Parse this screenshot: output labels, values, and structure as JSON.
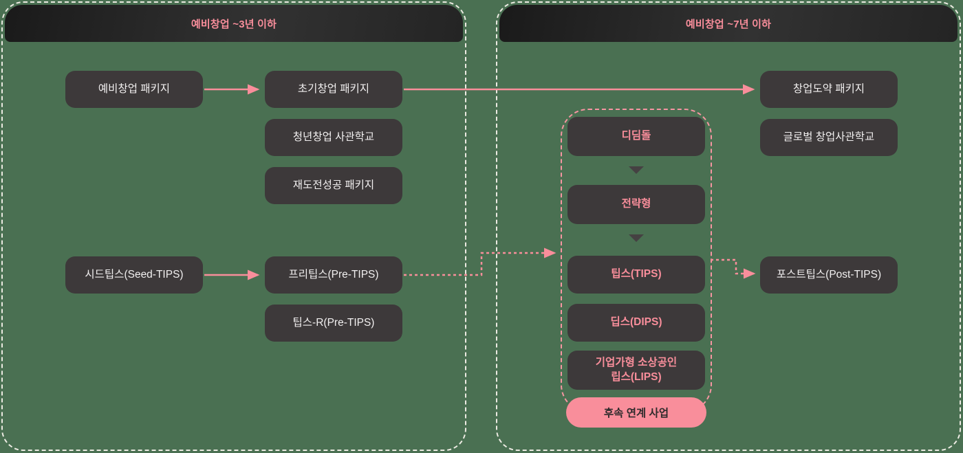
{
  "colors": {
    "background_green": "#4a7052",
    "panel_border_white": "#edebe3",
    "header_bg_dark": "#232323",
    "node_bg_dark": "#3d393a",
    "node_text_white": "#f2f0f0",
    "accent_pink": "#f98e9b",
    "container_border_pink": "#f795a2",
    "pill_bg_pink": "#f98e9b",
    "pill_text_dark": "#2f2b2c",
    "triangle_gray": "#454142"
  },
  "panels": {
    "left": {
      "title": "예비창업 ~3년 이하"
    },
    "right": {
      "title": "예비창업 ~7년 이하"
    }
  },
  "left_panel_nodes": {
    "pre_startup_package": "예비창업 패키지",
    "early_startup_package": "초기창업 패키지",
    "youth_startup_academy": "청년창업 사관학교",
    "restart_success_package": "재도전성공 패키지",
    "seed_tips": "시드팁스(Seed-TIPS)",
    "pre_tips": "프리팁스(Pre-TIPS)",
    "tips_r": "팁스-R(Pre-TIPS)"
  },
  "right_panel_nodes": {
    "startup_leap_package": "창업도약 패키지",
    "global_startup_academy": "글로벌 창업사관학교",
    "post_tips": "포스트팁스(Post-TIPS)"
  },
  "tips_track": {
    "didimdol": "디딤돌",
    "strategic": "전략형",
    "tips": "팁스(TIPS)",
    "dips": "딥스(DIPS)",
    "lips": "기업가형 소상공인\n립스(LIPS)",
    "followup_pill": "후속 연계 사업"
  }
}
